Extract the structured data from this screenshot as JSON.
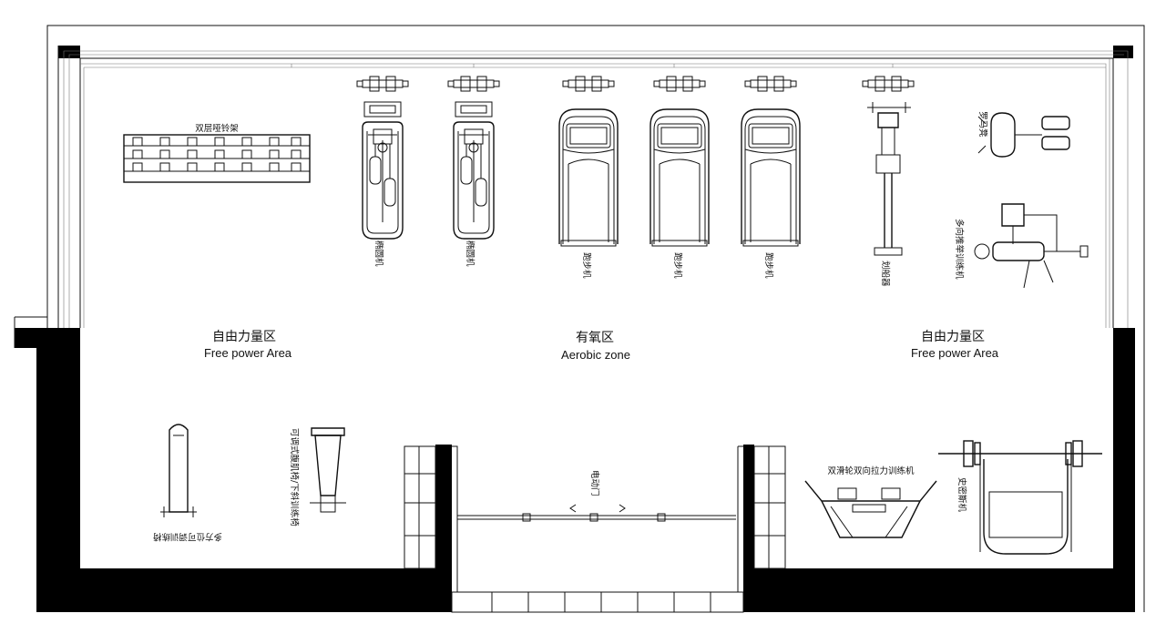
{
  "zones": {
    "free_left": {
      "zh": "自由力量区",
      "en": "Free power Area"
    },
    "aerobic": {
      "zh": "有氧区",
      "en": "Aerobic zone"
    },
    "free_right": {
      "zh": "自由力量区",
      "en": "Free power Area"
    }
  },
  "equipment": {
    "dumbbell_rack": "双层哑铃架",
    "elliptical": "椭圆机",
    "treadmill": "跑步机",
    "rowing": "划船器",
    "roman_chair": "罗马凳",
    "multi_press": "多向推举训练机",
    "adjustable_bench": "多方位可调训练椅",
    "decline_bench": "可调式腹肌椅/下斜训练椅",
    "cable_crossover": "双滑轮双向拉力训练机",
    "smith_machine": "史密斯机",
    "electric_door": "电动门"
  },
  "colors": {
    "wall": "#000000",
    "line": "#111111",
    "background": "#ffffff"
  }
}
